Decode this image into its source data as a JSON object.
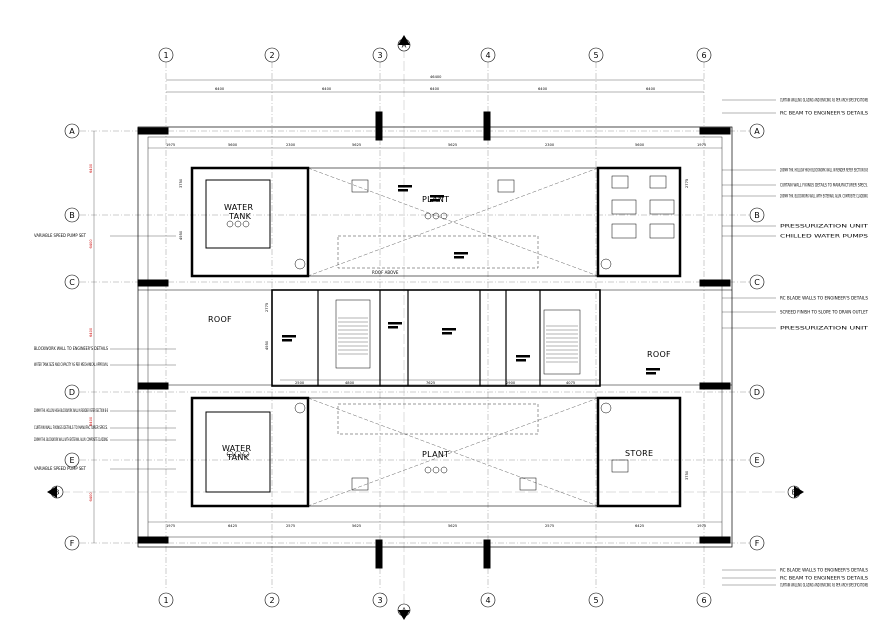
{
  "grid_cols": [
    "1",
    "2",
    "3",
    "4",
    "5",
    "6"
  ],
  "grid_rows": [
    "A",
    "B",
    "C",
    "D",
    "E",
    "F"
  ],
  "section_markers": {
    "top": "A",
    "bottom": "A",
    "left": "B",
    "right": "B"
  },
  "overall_dim": "46400",
  "bay_dims": [
    "6400",
    "6400",
    "6400",
    "6400",
    "6400"
  ],
  "rooms": {
    "water_tank_top": [
      "WATER",
      "TANK"
    ],
    "water_tank_bottom": [
      "WATER",
      "TANK"
    ],
    "plant_top": "PLANT",
    "plant_bottom": "PLANT",
    "roof_left": "ROOF",
    "roof_right": "ROOF",
    "store": "STORE",
    "roof_above": "ROOF ABOVE"
  },
  "notes_right": [
    "CURTAIN WALLING GLAZING AND BRACING AS PER ARCH SPECIFICATIONS",
    "RC BEAM TO ENGINEER'S DETAILS",
    "200MM THK. HOLLOW HIGH BLOCKWORK WALL IN RENDER REFER SECTION B-B",
    "CURTAIN WALL FIXINGS DETAILS TO MANUFACTURER SPECS.",
    "200MM THK. BLOCKWORK WALL WITH EXTERNAL ALUM. COMPOSITE CLADDING",
    "PRESSURIZATION UNIT",
    "CHILLED WATER PUMPS",
    "RC BLADE WALLS TO ENGINEER'S DETAILS",
    "SCREED FINISH TO SLOPE TO DRAIN OUTLET",
    "PRESSURIZATION UNIT",
    "RC BLADE WALLS TO ENGINEER'S DETAILS",
    "RC BEAM TO ENGINEER'S DETAILS",
    "CURTAIN WALLING GLAZING AND BRACING AS PER ARCH SPECIFICATIONS"
  ],
  "notes_left": [
    "VARIABLE SPEED PUMP SET",
    "BLOCKWORK WALL TO ENGINEER'S DETAILS",
    "WATER TANK SIZE AND CAPACITY AS PER MECHANICAL APPROVAL",
    "200MM THK. HOLLOW HIGH BLOCKWORK WALL IN RENDER REFER SECTION B-B",
    "CURTAIN WALL FIXINGS DETAILS TO MANUFACTURER SPECS.",
    "200MM THK. BLOCKWORK WALL WITH EXTERNAL ALUM. COMPOSITE CLADDING",
    "VARIABLE SPEED PUMP SET"
  ],
  "side_dims_left": [
    "6400",
    "6400",
    "6400",
    "6400",
    "6400"
  ],
  "dims_top_row": [
    "1975",
    "5600",
    "2300",
    "5625",
    "5625",
    "2300",
    "5600",
    "1975"
  ],
  "dims_bottom_row": [
    "1975",
    "6425",
    "2575",
    "5625",
    "5625",
    "2575",
    "6425",
    "1975"
  ],
  "dims_mid_row": [
    "2500",
    "4800",
    "7625",
    "2900",
    "4075"
  ],
  "dims_vertical": [
    "3750",
    "4950",
    "2775",
    "4950",
    "2775",
    "3750"
  ]
}
